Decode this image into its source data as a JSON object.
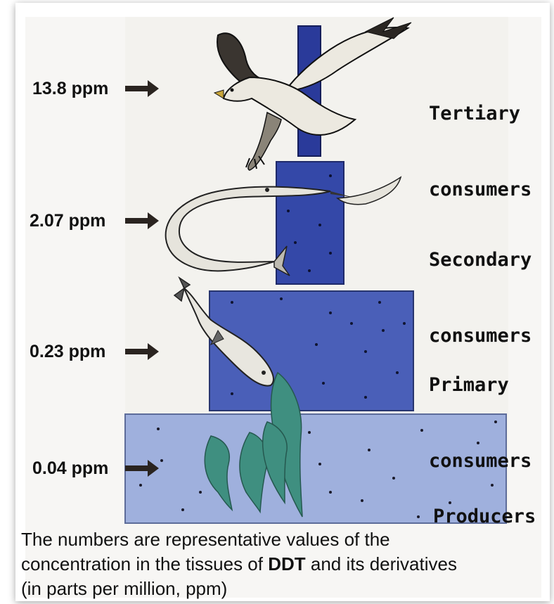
{
  "levels": [
    {
      "value": "13.8 ppm",
      "name_line1": "Tertiary",
      "name_line2": "consumers"
    },
    {
      "value": "2.07 ppm",
      "name_line1": "Secondary",
      "name_line2": "consumers"
    },
    {
      "value": "0.23 ppm",
      "name_line1": "Primary",
      "name_line2": "consumers"
    },
    {
      "value": "0.04 ppm",
      "name_line1": "Producers",
      "name_line2": ""
    }
  ],
  "caption": {
    "line1": "The numbers are representative values of the",
    "line2_pre": "concentration in the tissues of ",
    "line2_bold": "DDT",
    "line2_post": " and its derivatives",
    "line3": "(in parts per million, ppm)"
  },
  "colors": {
    "tertiary_box": "#2a3a9a",
    "secondary_box": "#3448a8",
    "primary_box": "#4a5fb8",
    "producer_box": "#9fb0dd",
    "background": "#f7f6f4"
  },
  "icons": [
    "eagle-icon",
    "needlefish-icon",
    "small-fish-icon",
    "seaweed-icon",
    "arrow-right-icon"
  ]
}
